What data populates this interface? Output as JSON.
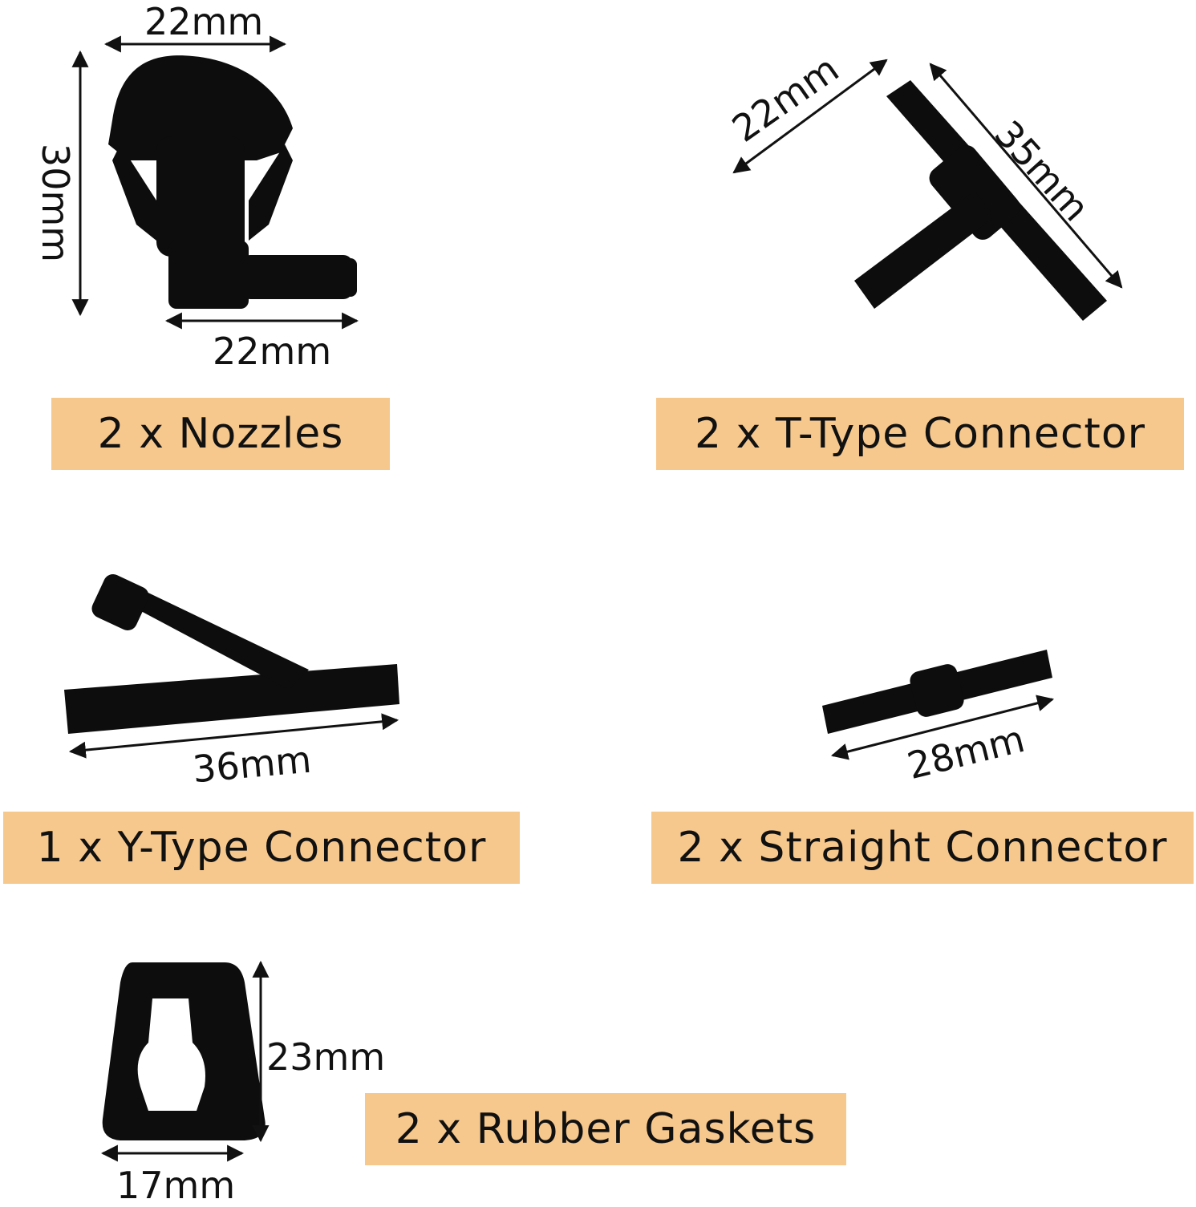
{
  "colors": {
    "label_bg": "#f6c88d",
    "part": "#0d0d0d",
    "text": "#111111"
  },
  "items": [
    {
      "label": "2 x Nozzles",
      "dims": [
        "22mm",
        "30mm",
        "22mm"
      ],
      "icon": "nozzle-icon"
    },
    {
      "label": "2 x T-Type Connector",
      "dims": [
        "22mm",
        "35mm"
      ],
      "icon": "t-connector-icon"
    },
    {
      "label": "1 x Y-Type Connector",
      "dims": [
        "36mm"
      ],
      "icon": "y-connector-icon"
    },
    {
      "label": "2 x Straight Connector",
      "dims": [
        "28mm"
      ],
      "icon": "straight-connector-icon"
    },
    {
      "label": "2 x Rubber Gaskets",
      "dims": [
        "23mm",
        "17mm"
      ],
      "icon": "gasket-icon"
    }
  ]
}
